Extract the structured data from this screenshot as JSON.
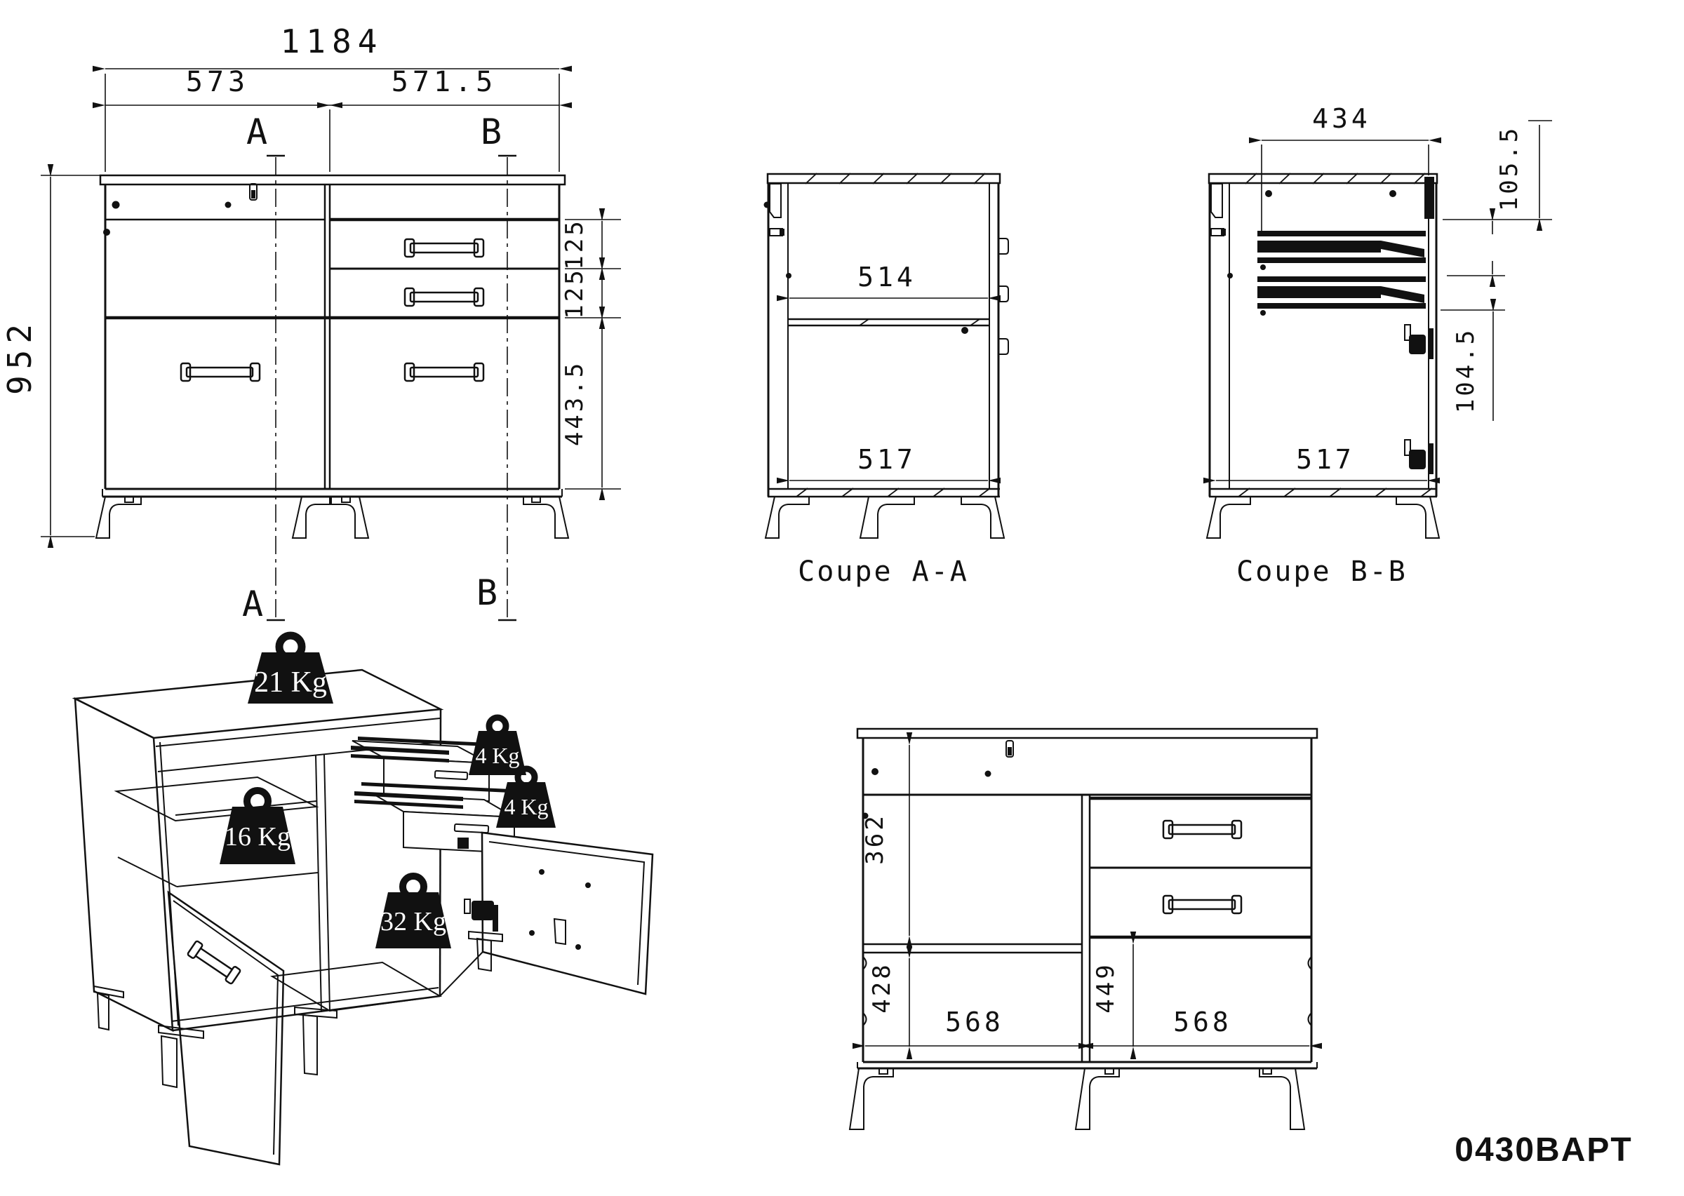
{
  "code": "0430BAPT",
  "front": {
    "w_total": "1184",
    "w_left": "573",
    "w_right": "571.5",
    "h_total": "952",
    "h_drawer1": "125",
    "h_drawer2": "125",
    "h_door": "443.5",
    "sec_a": "A",
    "sec_b": "B"
  },
  "coupe_aa": {
    "label": "Coupe A-A",
    "w_inner_top": "514",
    "w_inner_bottom": "517"
  },
  "coupe_bb": {
    "label": "Coupe B-B",
    "w_top": "434",
    "h_top": "105.5",
    "h_mid": "104.5",
    "w_inner": "517"
  },
  "interior": {
    "h_top_compartment": "362",
    "h_left_bottom": "428",
    "h_right_bottom": "449",
    "w_left": "568",
    "w_right": "568"
  },
  "weights": {
    "top": "21 Kg",
    "shelf": "16 Kg",
    "drawer_top": "4 Kg",
    "drawer_bottom": "4 Kg",
    "bottom": "32 Kg"
  }
}
